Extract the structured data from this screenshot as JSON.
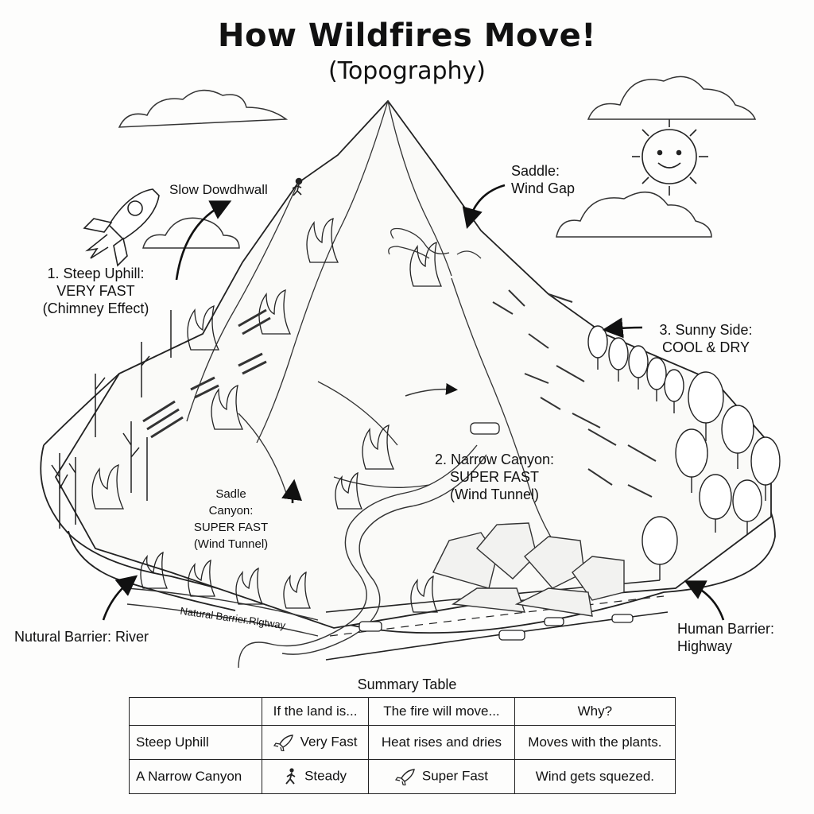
{
  "header": {
    "title": "How Wildfires Move!",
    "subtitle": "(Topography)"
  },
  "labels": {
    "slow_downhill": "Slow Dowdhwall",
    "saddle_line1": "Saddle:",
    "saddle_line2": "Wind Gap",
    "steep_line1": "1. Steep Uphill:",
    "steep_line2": "VERY FAST",
    "steep_line3": "(Chimney Effect)",
    "sunny_line1": "3. Sunny Side:",
    "sunny_line2": "COOL & DRY",
    "canyon_line1": "2. Narrow Canyon:",
    "canyon_line2": "SUPER FAST",
    "canyon_line3": "(Wind Tunnel)",
    "sadle_line1": "Sadle",
    "sadle_line2": "Canyon:",
    "sadle_line3": "SUPER FAST",
    "sadle_line4": "(Wind Tunnel)",
    "river_barrier": "Nutural Barrier: River",
    "road_barrier": "Natural Barrier.Rlgtway",
    "human_line1": "Human Barrier:",
    "human_line2": "Highway"
  },
  "table": {
    "title": "Summary Table",
    "headers": [
      "",
      "If the land is...",
      "The fire will move...",
      "Why?"
    ],
    "rows": [
      {
        "land": "Steep Uphill",
        "icon": "rocket-icon",
        "speed": "Very Fast",
        "move": "Heat rises and dries",
        "why": "Moves with the plants."
      },
      {
        "land": "A Narrow Canyon",
        "icon": "walker-icon",
        "speed": "Steady",
        "icon2": "rocket-icon",
        "move": "Super Fast",
        "why": "Wind gets squezed."
      }
    ]
  },
  "colors": {
    "ink": "#111111",
    "paper": "#fdfdfc",
    "shade": "#555555"
  }
}
